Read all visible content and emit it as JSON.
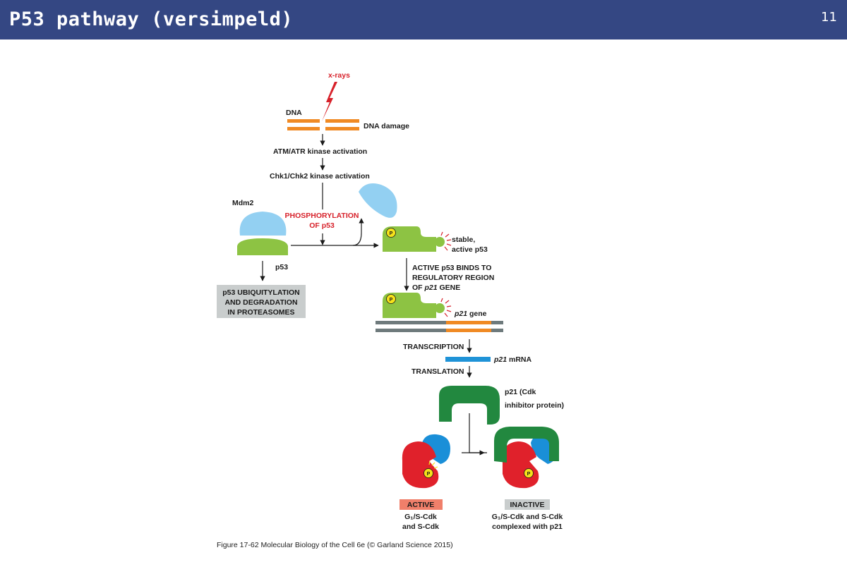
{
  "slide": {
    "title": "P53 pathway (versimpeld)",
    "number": "11"
  },
  "diagram": {
    "xrays": "x-rays",
    "dna": "DNA",
    "dna_damage": "DNA damage",
    "atm_atr": "ATM/ATR kinase activation",
    "chk": "Chk1/Chk2 kinase activation",
    "mdm2": "Mdm2",
    "phospho_line1": "PHOSPHORYLATION",
    "phospho_line2": "OF p53",
    "p53": "p53",
    "stable_line1": "stable,",
    "stable_line2": "active p53",
    "degradation_line1": "p53 UBIQUITYLATION",
    "degradation_line2": "AND DEGRADATION",
    "degradation_line3": "IN PROTEASOMES",
    "binds_line1": "ACTIVE p53 BINDS TO",
    "binds_line2": "REGULATORY REGION",
    "binds_line3_prefix": "OF ",
    "binds_line3_italic": "p21",
    "binds_line3_suffix": " GENE",
    "p21_gene_italic": "p21",
    "p21_gene_suffix": " gene",
    "transcription": "TRANSCRIPTION",
    "p21_mrna_italic": "p21",
    "p21_mrna_suffix": " mRNA",
    "translation": "TRANSLATION",
    "p21_protein_line1": "p21 (Cdk",
    "p21_protein_line2": "inhibitor protein)",
    "phosphate": "P",
    "active_badge": "ACTIVE",
    "inactive_badge": "INACTIVE",
    "active_desc_line1": "G₁/S-Cdk",
    "active_desc_line2": "and S-Cdk",
    "inactive_desc_line1": "G₁/S-Cdk and S-Cdk",
    "inactive_desc_line2": "complexed with p21",
    "caption": "Figure 17-62  Molecular Biology of the Cell 6e (© Garland Science 2015)"
  },
  "colors": {
    "header": "#344783",
    "dna": "#f08a24",
    "xray": "#d7212a",
    "mdm2": "#93d0f2",
    "p53": "#8dc343",
    "phosphate": "#f6e21a",
    "gene_gray": "#6e7a7c",
    "mrna": "#1f93d7",
    "p21": "#22883f",
    "cdk_red": "#e0212b",
    "cyclin_blue": "#1a8fd8",
    "active_badge": "#f07f6a",
    "inactive_badge": "#c9cdcd",
    "degradation_box": "#c9cdcd"
  }
}
